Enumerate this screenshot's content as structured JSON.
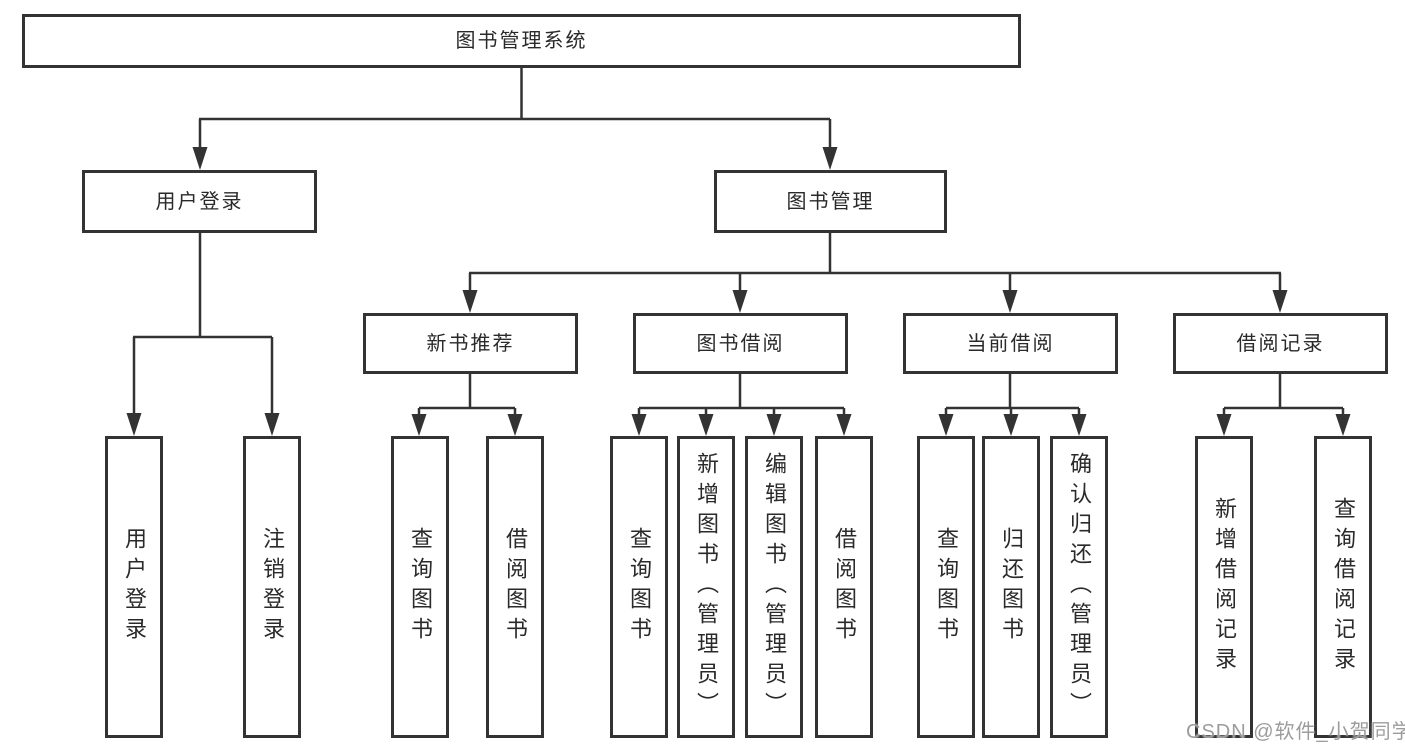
{
  "tree": {
    "root": {
      "label": "图书管理系统",
      "children": [
        {
          "label": "用户登录",
          "children": [
            {
              "label": "用户登录"
            },
            {
              "label": "注销登录"
            }
          ]
        },
        {
          "label": "图书管理",
          "children": [
            {
              "label": "新书推荐",
              "children": [
                {
                  "label": "查询图书"
                },
                {
                  "label": "借阅图书"
                }
              ]
            },
            {
              "label": "图书借阅",
              "children": [
                {
                  "label": "查询图书"
                },
                {
                  "label": "新增图书（管理员）"
                },
                {
                  "label": "编辑图书（管理员）"
                },
                {
                  "label": "借阅图书"
                }
              ]
            },
            {
              "label": "当前借阅",
              "children": [
                {
                  "label": "查询图书"
                },
                {
                  "label": "归还图书"
                },
                {
                  "label": "确认归还（管理员）"
                }
              ]
            },
            {
              "label": "借阅记录",
              "children": [
                {
                  "label": "新增借阅记录"
                },
                {
                  "label": "查询借阅记录"
                }
              ]
            }
          ]
        }
      ]
    }
  },
  "watermark": {
    "text": "CSDN @软件_小贺同学",
    "color": "#9c9c9c"
  },
  "colors": {
    "background": "#ffffff",
    "line": "#333333",
    "box_border": "#333333",
    "text": "#2a2a2a",
    "watermark": "#9c9c9c"
  }
}
